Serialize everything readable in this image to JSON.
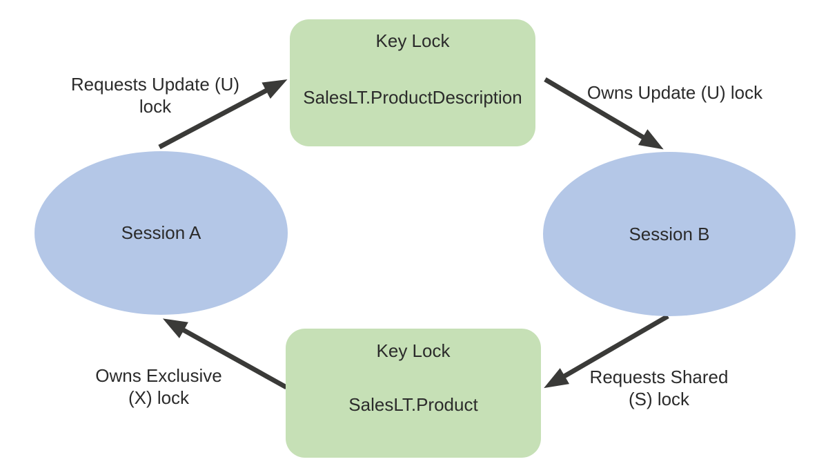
{
  "diagram": {
    "colors": {
      "lock_box_fill": "#c6e0b6",
      "session_fill": "#b4c7e7",
      "arrow": "#3a3a38",
      "text": "#2b2b2b"
    },
    "nodes": {
      "top_lock": {
        "title": "Key Lock",
        "resource": "SalesLT.ProductDescription"
      },
      "bottom_lock": {
        "title": "Key Lock",
        "resource": "SalesLT.Product"
      },
      "session_a": {
        "label": "Session A"
      },
      "session_b": {
        "label": "Session B"
      }
    },
    "edges": {
      "a_to_top": {
        "label": "Requests Update (U)\nlock"
      },
      "top_to_b": {
        "label": "Owns Update (U) lock"
      },
      "b_to_bottom": {
        "label": "Requests Shared\n(S) lock"
      },
      "bottom_to_a": {
        "label": "Owns Exclusive\n(X) lock"
      }
    }
  }
}
